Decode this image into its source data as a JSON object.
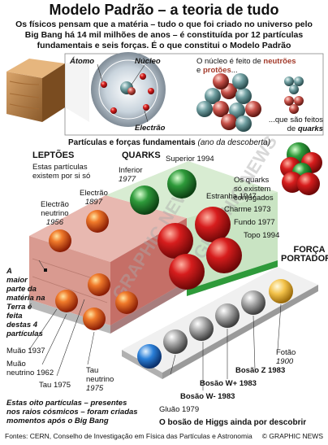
{
  "header": {
    "title": "Modelo Padrão – a teoria de tudo",
    "intro_lines": [
      "Os físicos pensam que a matéria – tudo o que foi criado no universo pelo",
      "Big Bang há 14 mil milhões de anos – é constituída por 12 partículas",
      "fundamentais e seis forças. É o que constitui o Modelo Padrão"
    ]
  },
  "atom_panel": {
    "atom_label": "Átomo",
    "nucleus_label": "Núcleo",
    "electron_label": "Electrão",
    "nucleus_text_1": "O núcleo é feito de",
    "neutrons": "neutrões",
    "nucleus_text_2": "e",
    "protons": "protões",
    "ellipsis": "...",
    "quarks_text": "...que são feitos de",
    "quarks_word": "quarks"
  },
  "main": {
    "heading": "Partículas e forças fundamentais",
    "heading_note": "(ano da descoberta)",
    "leptons_title": "LEPTÕES",
    "leptons_note": [
      "Estas partículas",
      "existem por si só"
    ],
    "quarks_title": "QUARKS",
    "quarks_note": [
      "Os quarks",
      "só existem",
      "conjugados"
    ],
    "force_title": [
      "FORÇA",
      "PORTADORA"
    ],
    "matter_note": [
      "A",
      "maior",
      "parte da",
      "matéria na",
      "Terra é feita",
      "destas 4",
      "partículas"
    ],
    "cosmic_note": [
      "Estas oito partículas – presentes",
      "nos raios cósmicos – foram criadas",
      "momentos após o Big Bang"
    ],
    "higgs_note": "O bosão de Higgs ainda por descobrir"
  },
  "particles": {
    "electron_neutrino": [
      "Electrão",
      "neutrino",
      "1956"
    ],
    "electron": [
      "Electrão",
      "1897"
    ],
    "inferior": [
      "Inferior",
      "1977"
    ],
    "superior": "Superior 1994",
    "estranha": "Estranha 1947",
    "charme": "Charme 1973",
    "fundo": "Fundo 1977",
    "topo": "Topo 1994",
    "muao": "Muão 1937",
    "muao_neutrino": [
      "Muão",
      "neutrino 1962"
    ],
    "tau": "Tau 1975",
    "tau_neutrino": [
      "Tau",
      "neutrino",
      "1975"
    ],
    "gluao": "Gluão 1979",
    "bosao_w_minus": "Bosão W- 1983",
    "bosao_w_plus": "Bosão W+ 1983",
    "bosao_z": "Bosão Z 1983",
    "fotao": [
      "Fotão",
      "1900"
    ]
  },
  "footer": {
    "source": "Fontes: CERN, Conselho de Investigação em Física das Partículas e Astronomia",
    "credit": "© GRAPHIC NEWS"
  },
  "watermark": "GRAPHIC NEWS",
  "colors": {
    "lepton_ball": "#e8541a",
    "quark_red": "#d71d1d",
    "quark_green": "#2e9a3a",
    "force_grey": "#9a9a9a",
    "photon": "#f3c24a",
    "higgs": "#2a7fd8",
    "lepton_platform": "#d99a90",
    "quark_platform": "#c9e4c3"
  }
}
